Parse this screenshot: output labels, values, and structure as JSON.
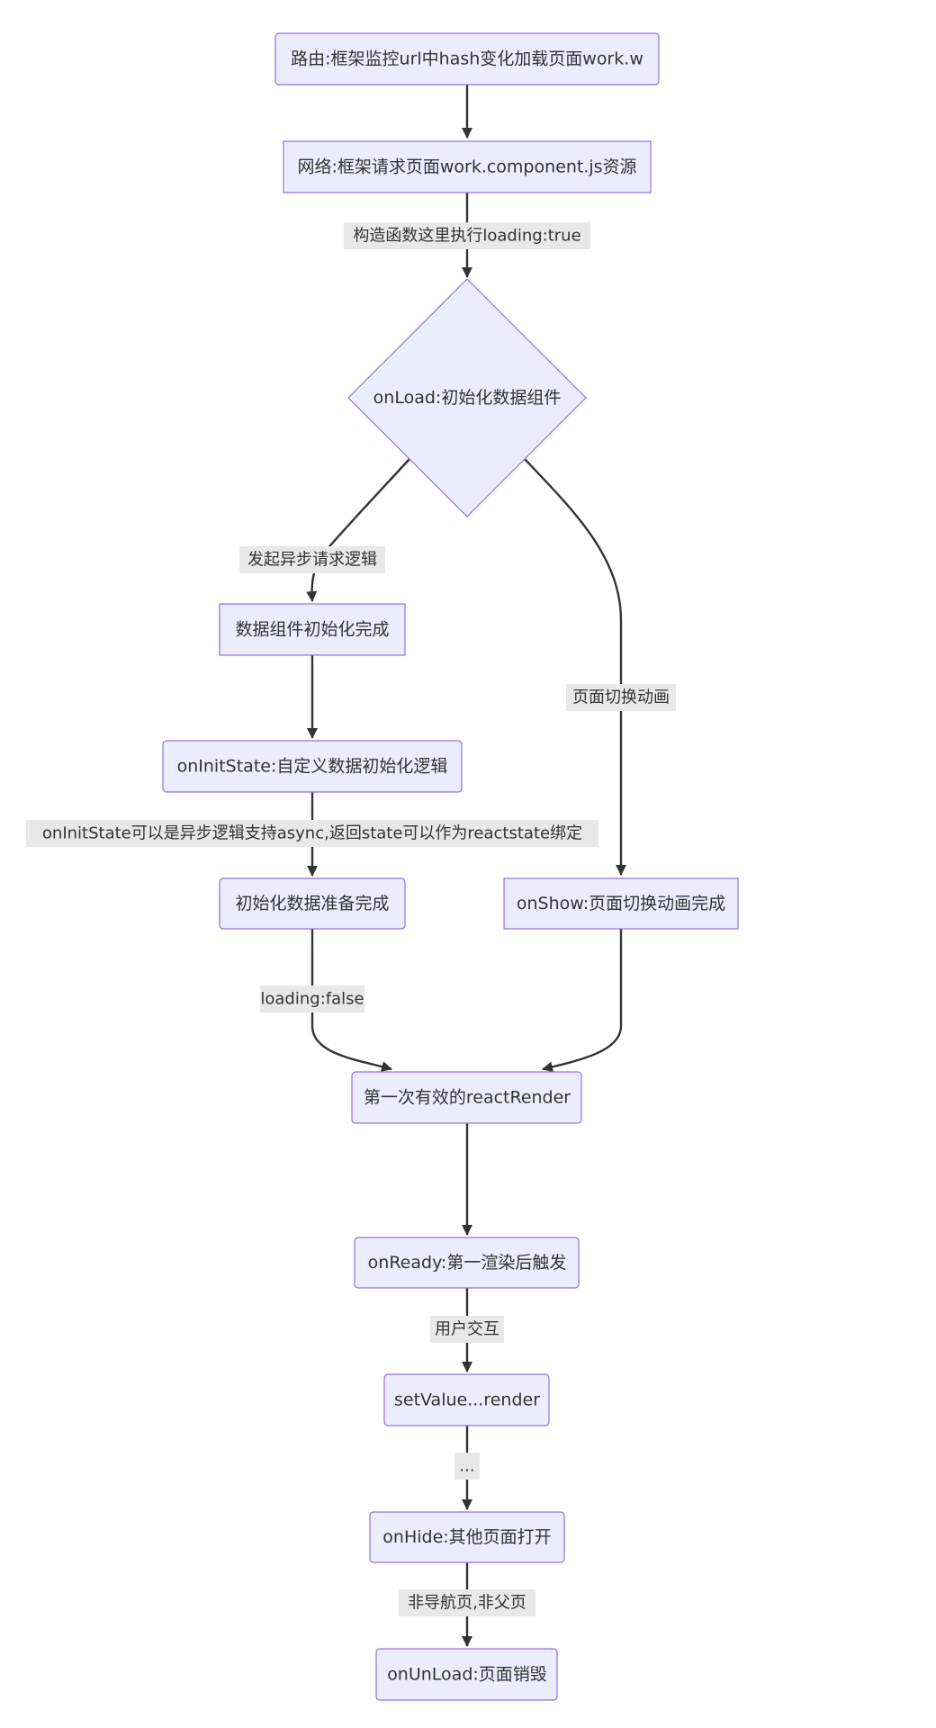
{
  "nodes": {
    "route": "路由:框架监控url中hash变化加载页面work.w",
    "network": "网络:框架请求页面work.component.js资源",
    "onload": "onLoad:初始化数据组件",
    "data_init_done": "数据组件初始化完成",
    "oninitstate": "onInitState:自定义数据初始化逻辑",
    "init_data_ready": "初始化数据准备完成",
    "onshow": "onShow:页面切换动画完成",
    "first_render": "第一次有效的reactRender",
    "onready": "onReady:第一渲染后触发",
    "setvalue": "setValue...render",
    "onhide": "onHide:其他页面打开",
    "onunload": "onUnLoad:页面销毁"
  },
  "edge_labels": {
    "constructor": "构造函数这里执行loading:true",
    "async_request": "发起异步请求逻辑",
    "page_switch": "页面切换动画",
    "oninitstate_note": "onInitState可以是异步逻辑支持async,返回state可以作为reactstate绑定",
    "loading_false": "loading:false",
    "user_interaction": "用户交互",
    "ellipsis": "...",
    "not_nav_page": "非导航页,非父页"
  },
  "colors": {
    "node_fill": "#ECECFF",
    "node_stroke": "#9370DB",
    "edge": "#333333",
    "label_bg": "#E8E8E8",
    "text": "#333333"
  }
}
